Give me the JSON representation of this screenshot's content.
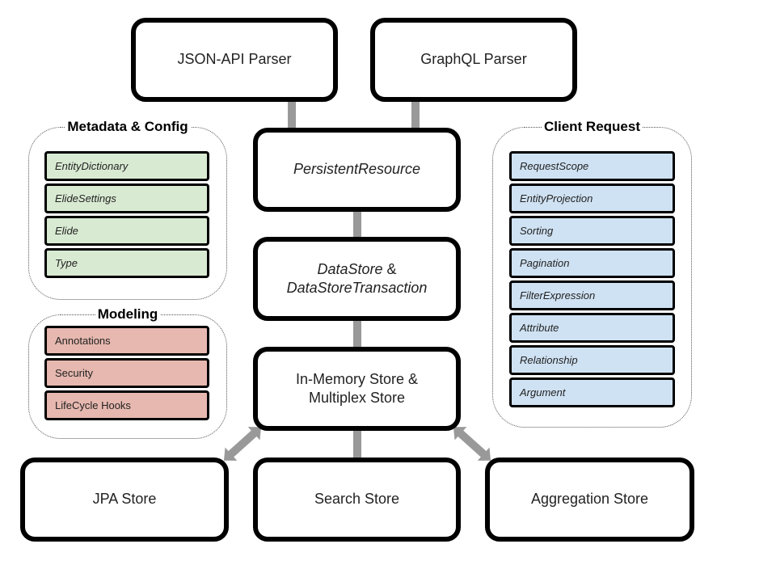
{
  "parsers": {
    "json_api": "JSON-API Parser",
    "graphql": "GraphQL Parser"
  },
  "core": {
    "persistent_resource": "PersistentResource",
    "datastore_line1_italic": "DataStore",
    "datastore_line1_rest": " &",
    "datastore_line2": "DataStoreTransaction",
    "inmemory_line1": "In-Memory Store &",
    "inmemory_line2": "Multiplex Store"
  },
  "stores": {
    "jpa": "JPA Store",
    "search": "Search Store",
    "aggregation": "Aggregation Store"
  },
  "metadata": {
    "title": "Metadata & Config",
    "items": [
      "EntityDictionary",
      "ElideSettings",
      "Elide",
      "Type"
    ]
  },
  "modeling": {
    "title": "Modeling",
    "items": [
      "Annotations",
      "Security",
      "LifeCycle Hooks"
    ]
  },
  "client_request": {
    "title": "Client Request",
    "items": [
      "RequestScope",
      "EntityProjection",
      "Sorting",
      "Pagination",
      "FilterExpression",
      "Attribute",
      "Relationship",
      "Argument"
    ]
  },
  "colors": {
    "metadata_fill": "#d9ead3",
    "modeling_fill": "#e6b8af",
    "client_fill": "#cfe2f3",
    "arrow": "#999999"
  }
}
